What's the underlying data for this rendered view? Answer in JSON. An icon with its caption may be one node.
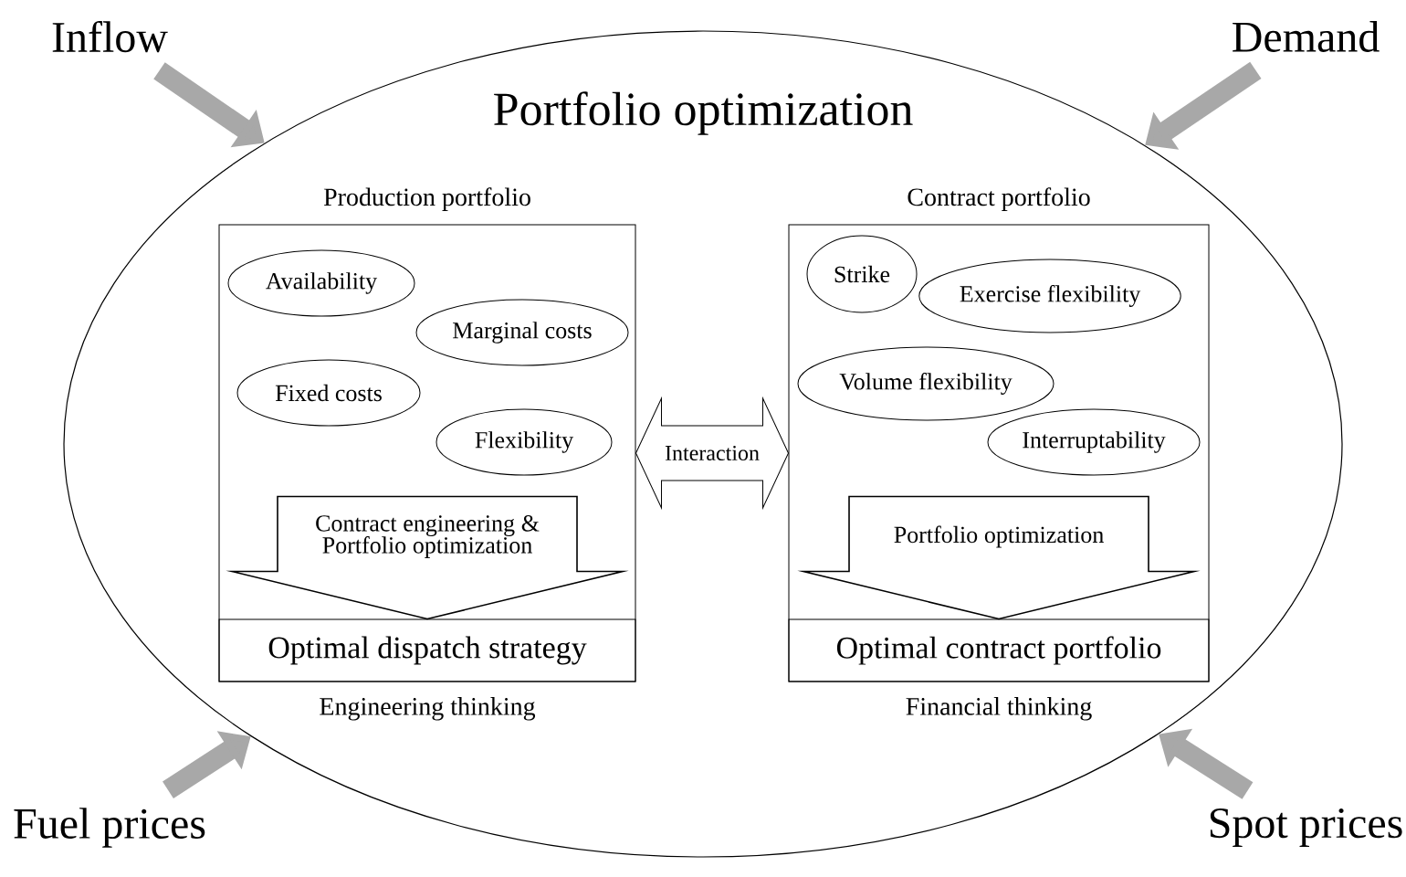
{
  "diagram": {
    "nodes": [
      {
        "text": [
          "Portfolio optimization"
        ]
      },
      {
        "text": [
          "Production portfolio"
        ],
        "beside": [
          "Engineering thinking"
        ],
        "in": 0
      },
      {
        "text": [
          "Availability"
        ],
        "in": 1
      },
      {
        "text": [
          "Marginal costs"
        ],
        "in": 1
      },
      {
        "text": [
          "Fixed costs"
        ],
        "in": 1
      },
      {
        "text": [
          "Flexibility"
        ],
        "in": 1
      },
      {
        "text": [
          "Optimal dispatch strategy"
        ],
        "in": 1
      },
      {
        "text": [
          "Contract portfolio"
        ],
        "beside": [
          "Financial thinking"
        ],
        "in": 0
      },
      {
        "text": [
          "Strike"
        ],
        "in": 7
      },
      {
        "text": [
          "Exercise flexibility"
        ],
        "in": 7
      },
      {
        "text": [
          "Volume flexibility"
        ],
        "in": 7
      },
      {
        "text": [
          "Interruptability"
        ],
        "in": 7
      },
      {
        "text": [
          "Optimal contract portfolio"
        ],
        "in": 7
      },
      {
        "text": [
          "Inflow"
        ]
      },
      {
        "text": [
          "Demand"
        ]
      },
      {
        "text": [
          "Fuel prices"
        ]
      },
      {
        "text": [
          "Spot prices"
        ]
      }
    ],
    "edges": [
      {
        "from": 1,
        "to": 7,
        "arrow": "both",
        "label": "Interaction",
        "color": "#000000"
      },
      {
        "from": 13,
        "to": 0,
        "arrow": "to"
      },
      {
        "from": 14,
        "to": 0,
        "arrow": "to"
      },
      {
        "from": 15,
        "to": 0,
        "arrow": "to"
      },
      {
        "from": 16,
        "to": 0,
        "arrow": "to"
      },
      {
        "from": null,
        "to": 6,
        "arrow": "to",
        "label": "Contract engineering & Portfolio optimization",
        "color": "#000000"
      },
      {
        "from": null,
        "to": 12,
        "arrow": "to",
        "label": "Portfolio optimization",
        "color": "#000000"
      }
    ]
  }
}
